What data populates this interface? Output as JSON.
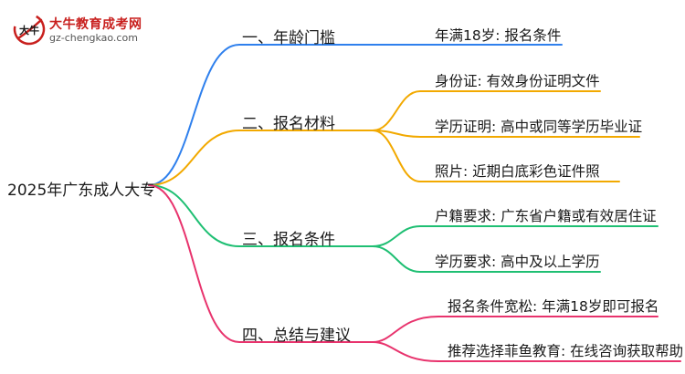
{
  "logo": {
    "title": "大牛教育成考网",
    "url": "gz-chengkao.com",
    "mark_text": "大牛"
  },
  "root": "2025年广东成人大专",
  "branches": [
    {
      "label": "一、年龄门槛",
      "color": "#2f80ed",
      "leaves": [
        "年满18岁: 报名条件"
      ]
    },
    {
      "label": "二、报名材料",
      "color": "#f2a900",
      "leaves": [
        "身份证: 有效身份证明文件",
        "学历证明: 高中或同等学历毕业证",
        "照片: 近期白底彩色证件照"
      ]
    },
    {
      "label": "三、报名条件",
      "color": "#1fbf73",
      "leaves": [
        "户籍要求: 广东省户籍或有效居住证",
        "学历要求: 高中及以上学历"
      ]
    },
    {
      "label": "四、总结与建议",
      "color": "#e8336d",
      "leaves": [
        "报名条件宽松: 年满18岁即可报名",
        "推荐选择菲鱼教育: 在线咨询获取帮助"
      ]
    }
  ]
}
